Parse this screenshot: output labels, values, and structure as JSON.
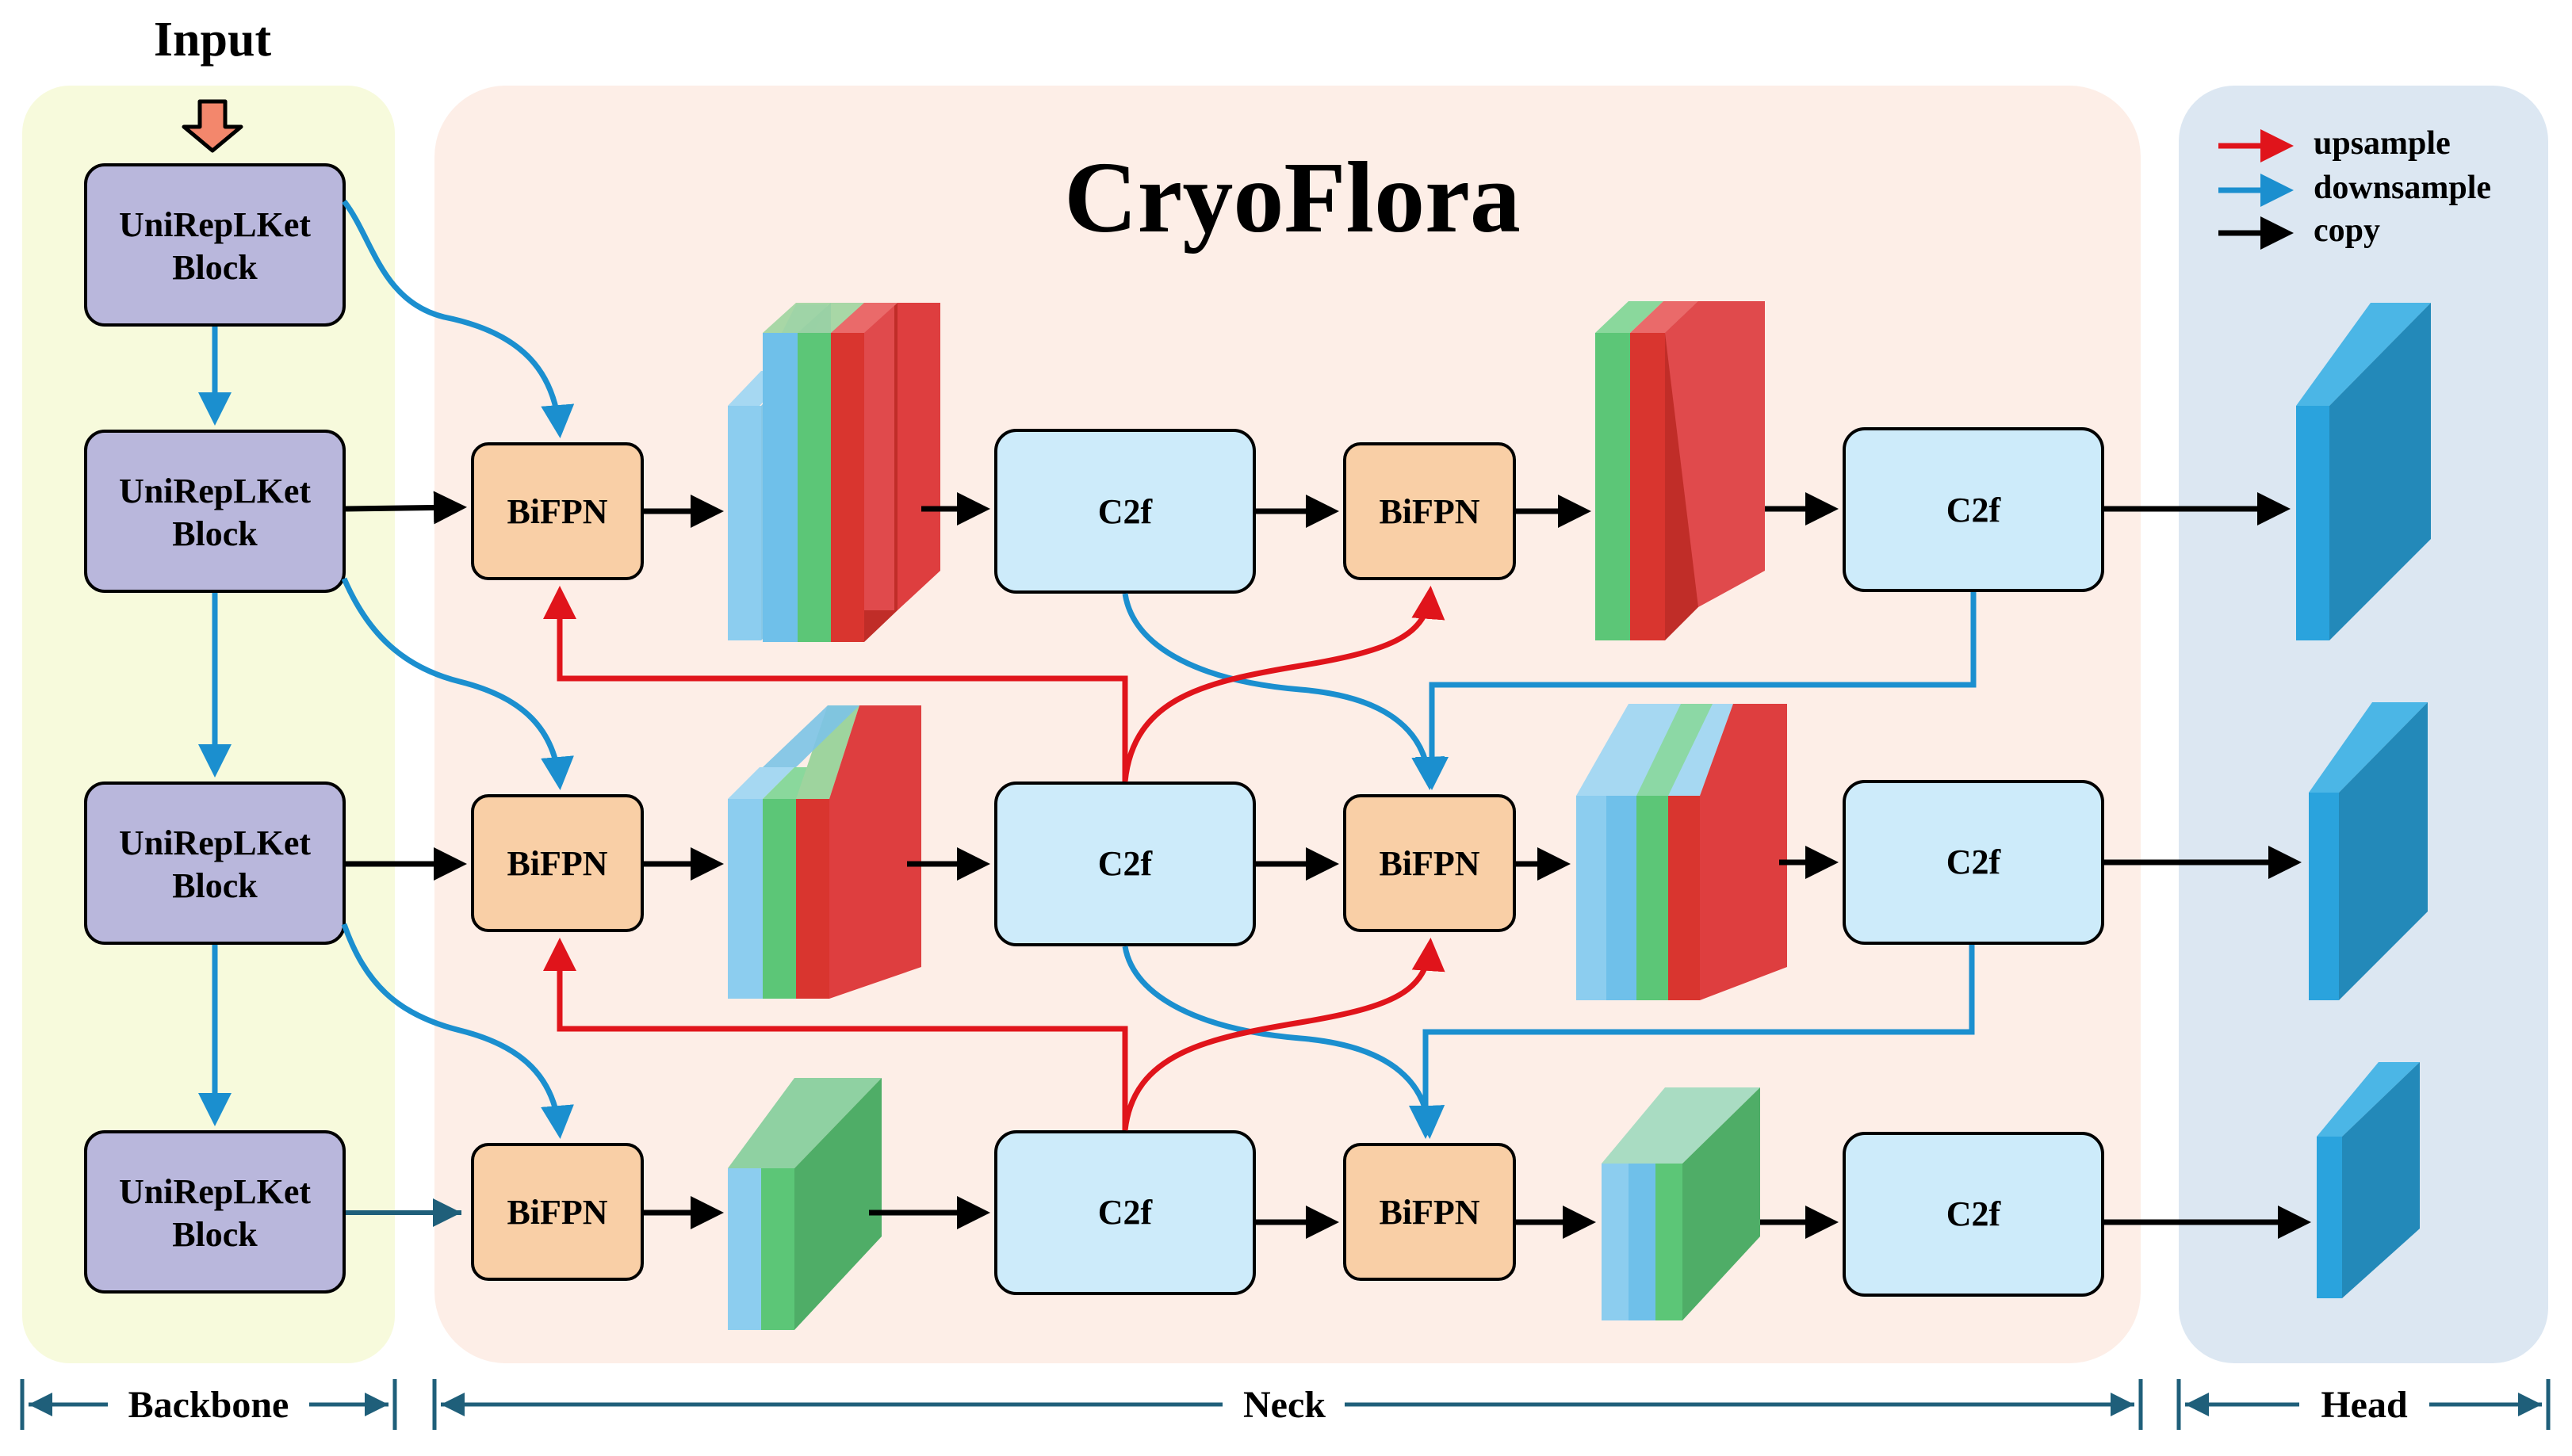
{
  "input_label": "Input",
  "title": "CryoFlora",
  "legend": {
    "upsample": "upsample",
    "downsample": "downsample",
    "copy": "copy"
  },
  "colors": {
    "upsample": "#e0141b",
    "downsample": "#1b8fcf",
    "copy": "#000000",
    "backbone_bg": "#f7fadc",
    "neck_bg": "#fdeee7",
    "head_bg": "#dce7f2",
    "block_fill": "#b9b7dc",
    "bifpn_fill": "#f9cfa6",
    "c2f_fill": "#cdebfa",
    "feature_blue": "#6fc0ea",
    "feature_green": "#5cc677",
    "feature_red": "#e2373a",
    "head_blue": "#2aa3dd"
  },
  "backbone": {
    "blocks": [
      {
        "line1": "UniRepLKet",
        "line2": "Block"
      },
      {
        "line1": "UniRepLKet",
        "line2": "Block"
      },
      {
        "line1": "UniRepLKet",
        "line2": "Block"
      },
      {
        "line1": "UniRepLKet",
        "line2": "Block"
      }
    ]
  },
  "neck": {
    "bifpn_label": "BiFPN",
    "c2f_label": "C2f"
  },
  "sections": {
    "backbone": "Backbone",
    "neck": "Neck",
    "head": "Head"
  }
}
